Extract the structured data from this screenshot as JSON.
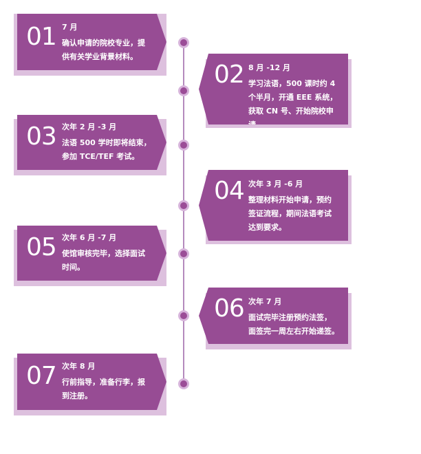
{
  "steps": [
    {
      "num": "01",
      "date": "7 月",
      "desc_lines": [
        "确认申请的院校专业，提",
        "供有关学业背景材料。"
      ]
    },
    {
      "num": "02",
      "date": "8 月 -12 月",
      "desc_lines": [
        "学习法语，500 课时约 4",
        "个半月，开通 EEE 系统，",
        "获取 CN 号、开始院校申请。"
      ]
    },
    {
      "num": "03",
      "date": "次年 2 月 -3 月",
      "desc_lines": [
        "法语 500 学时即将结束，",
        "参加 TCE/TEF 考试。"
      ]
    },
    {
      "num": "04",
      "date": "次年 3 月 -6 月",
      "desc_lines": [
        "整理材料开始申请，预约",
        "签证流程，期间法语考试",
        "达到要求。"
      ]
    },
    {
      "num": "05",
      "date": "次年 6 月 -7 月",
      "desc_lines": [
        "使馆审核完毕，选择面试",
        "时间。"
      ]
    },
    {
      "num": "06",
      "date": "次年 7 月",
      "desc_lines": [
        "面试完毕注册预约法签，",
        "面签完一周左右开始递签。"
      ]
    },
    {
      "num": "07",
      "date": "次年 8 月",
      "desc_lines": [
        "行前指导，准备行李，报",
        "到注册。"
      ]
    }
  ],
  "colors": {
    "card": "#974c94",
    "shadow": "#ddc0de",
    "line": "#b48abd"
  }
}
